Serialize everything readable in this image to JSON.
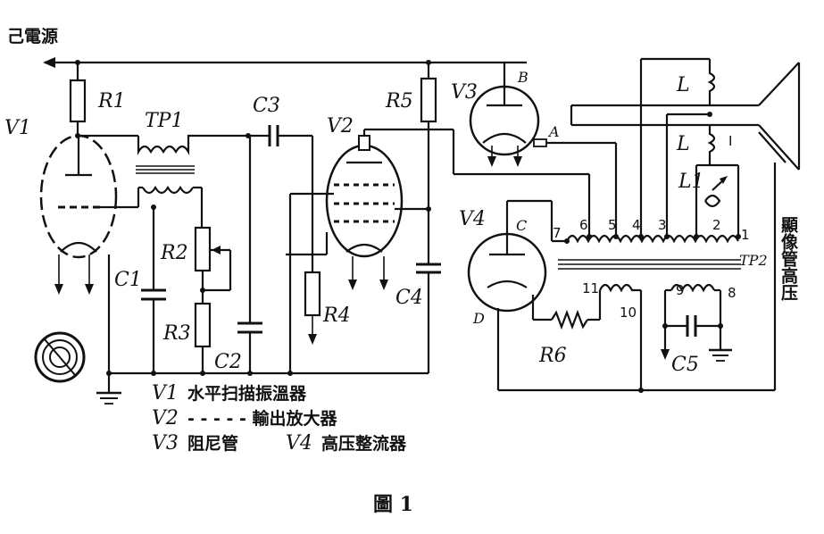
{
  "figure": {
    "caption": "圖 1",
    "source_label": "己電源",
    "crt_label": "顯像管高压",
    "legend": [
      {
        "symbol": "V1",
        "text": "水平扫描振溫器"
      },
      {
        "symbol": "V2",
        "text": "- - - - - 輸出放大器"
      },
      {
        "symbol": "V3",
        "text": "阻尼管"
      },
      {
        "symbol": "V4",
        "text": "高压整流器"
      }
    ]
  },
  "labels": {
    "R1": "R1",
    "R2": "R2",
    "R3": "R3",
    "R4": "R4",
    "R5": "R5",
    "R6": "R6",
    "C1": "C1",
    "C2": "C2",
    "C3": "C3",
    "C4": "C4",
    "C5": "C5",
    "V1": "V1",
    "V2": "V2",
    "V3": "V3",
    "V4": "V4",
    "TP1": "TP1",
    "TP2": "TP2",
    "L_top": "L",
    "L_mid": "L",
    "L1": "L1",
    "B": "B",
    "A": "A",
    "C": "C",
    "D": "D"
  },
  "tap_numbers": [
    "1",
    "2",
    "3",
    "4",
    "5",
    "6",
    "7",
    "8",
    "9",
    "10",
    "11",
    "I"
  ]
}
